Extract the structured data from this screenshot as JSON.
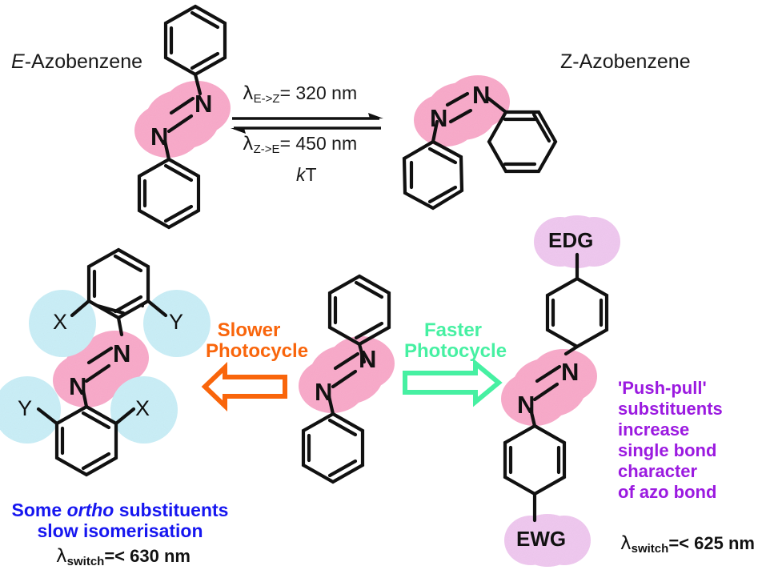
{
  "figure": {
    "title_left": "E-Azobenzene",
    "title_left_italic": "E",
    "title_left_rest": "-Azobenzene",
    "title_right": "Z-Azobenzene"
  },
  "equilibrium": {
    "forward_lambda_symbol": "λ",
    "forward_sub": "E->Z",
    "forward_value": "= 320 nm",
    "reverse_lambda_symbol": "λ",
    "reverse_sub": "Z->E",
    "reverse_value": "= 450 nm",
    "thermal": "kT",
    "thermal_italic": "k",
    "thermal_rest": "T"
  },
  "left_branch": {
    "arrow_label_line1": "Slower",
    "arrow_label_line2": "Photocycle",
    "arrow_color": "#f9650b",
    "caption_line1_pre": "Some ",
    "caption_line1_italic": "ortho",
    "caption_line1_post": " substituents",
    "caption_line2": "slow isomerisation",
    "caption_color": "#1616f0",
    "lambda_symbol": "λ",
    "lambda_sub": "switch",
    "lambda_value": "=< 630 nm",
    "substituent_labels": [
      "X",
      "Y",
      "Y",
      "X"
    ],
    "highlight_color": "#c9eef7"
  },
  "right_branch": {
    "arrow_label_line1": "Faster",
    "arrow_label_line2": "Photocycle",
    "arrow_color": "#46f0a2",
    "group_top": "EDG",
    "group_bottom": "EWG",
    "group_highlight_color": "#efc7ef",
    "note_lines": [
      "'Push-pull'",
      "substituents",
      "increase",
      "single bond",
      "character",
      "of azo bond"
    ],
    "note_color": "#9b1ae0",
    "lambda_symbol": "λ",
    "lambda_sub": "switch",
    "lambda_value": "=< 625 nm"
  },
  "azo_group": {
    "atom_label": "N",
    "highlight_color": "#f9a8c9"
  },
  "colors": {
    "bond": "#111111",
    "background": "#ffffff"
  }
}
